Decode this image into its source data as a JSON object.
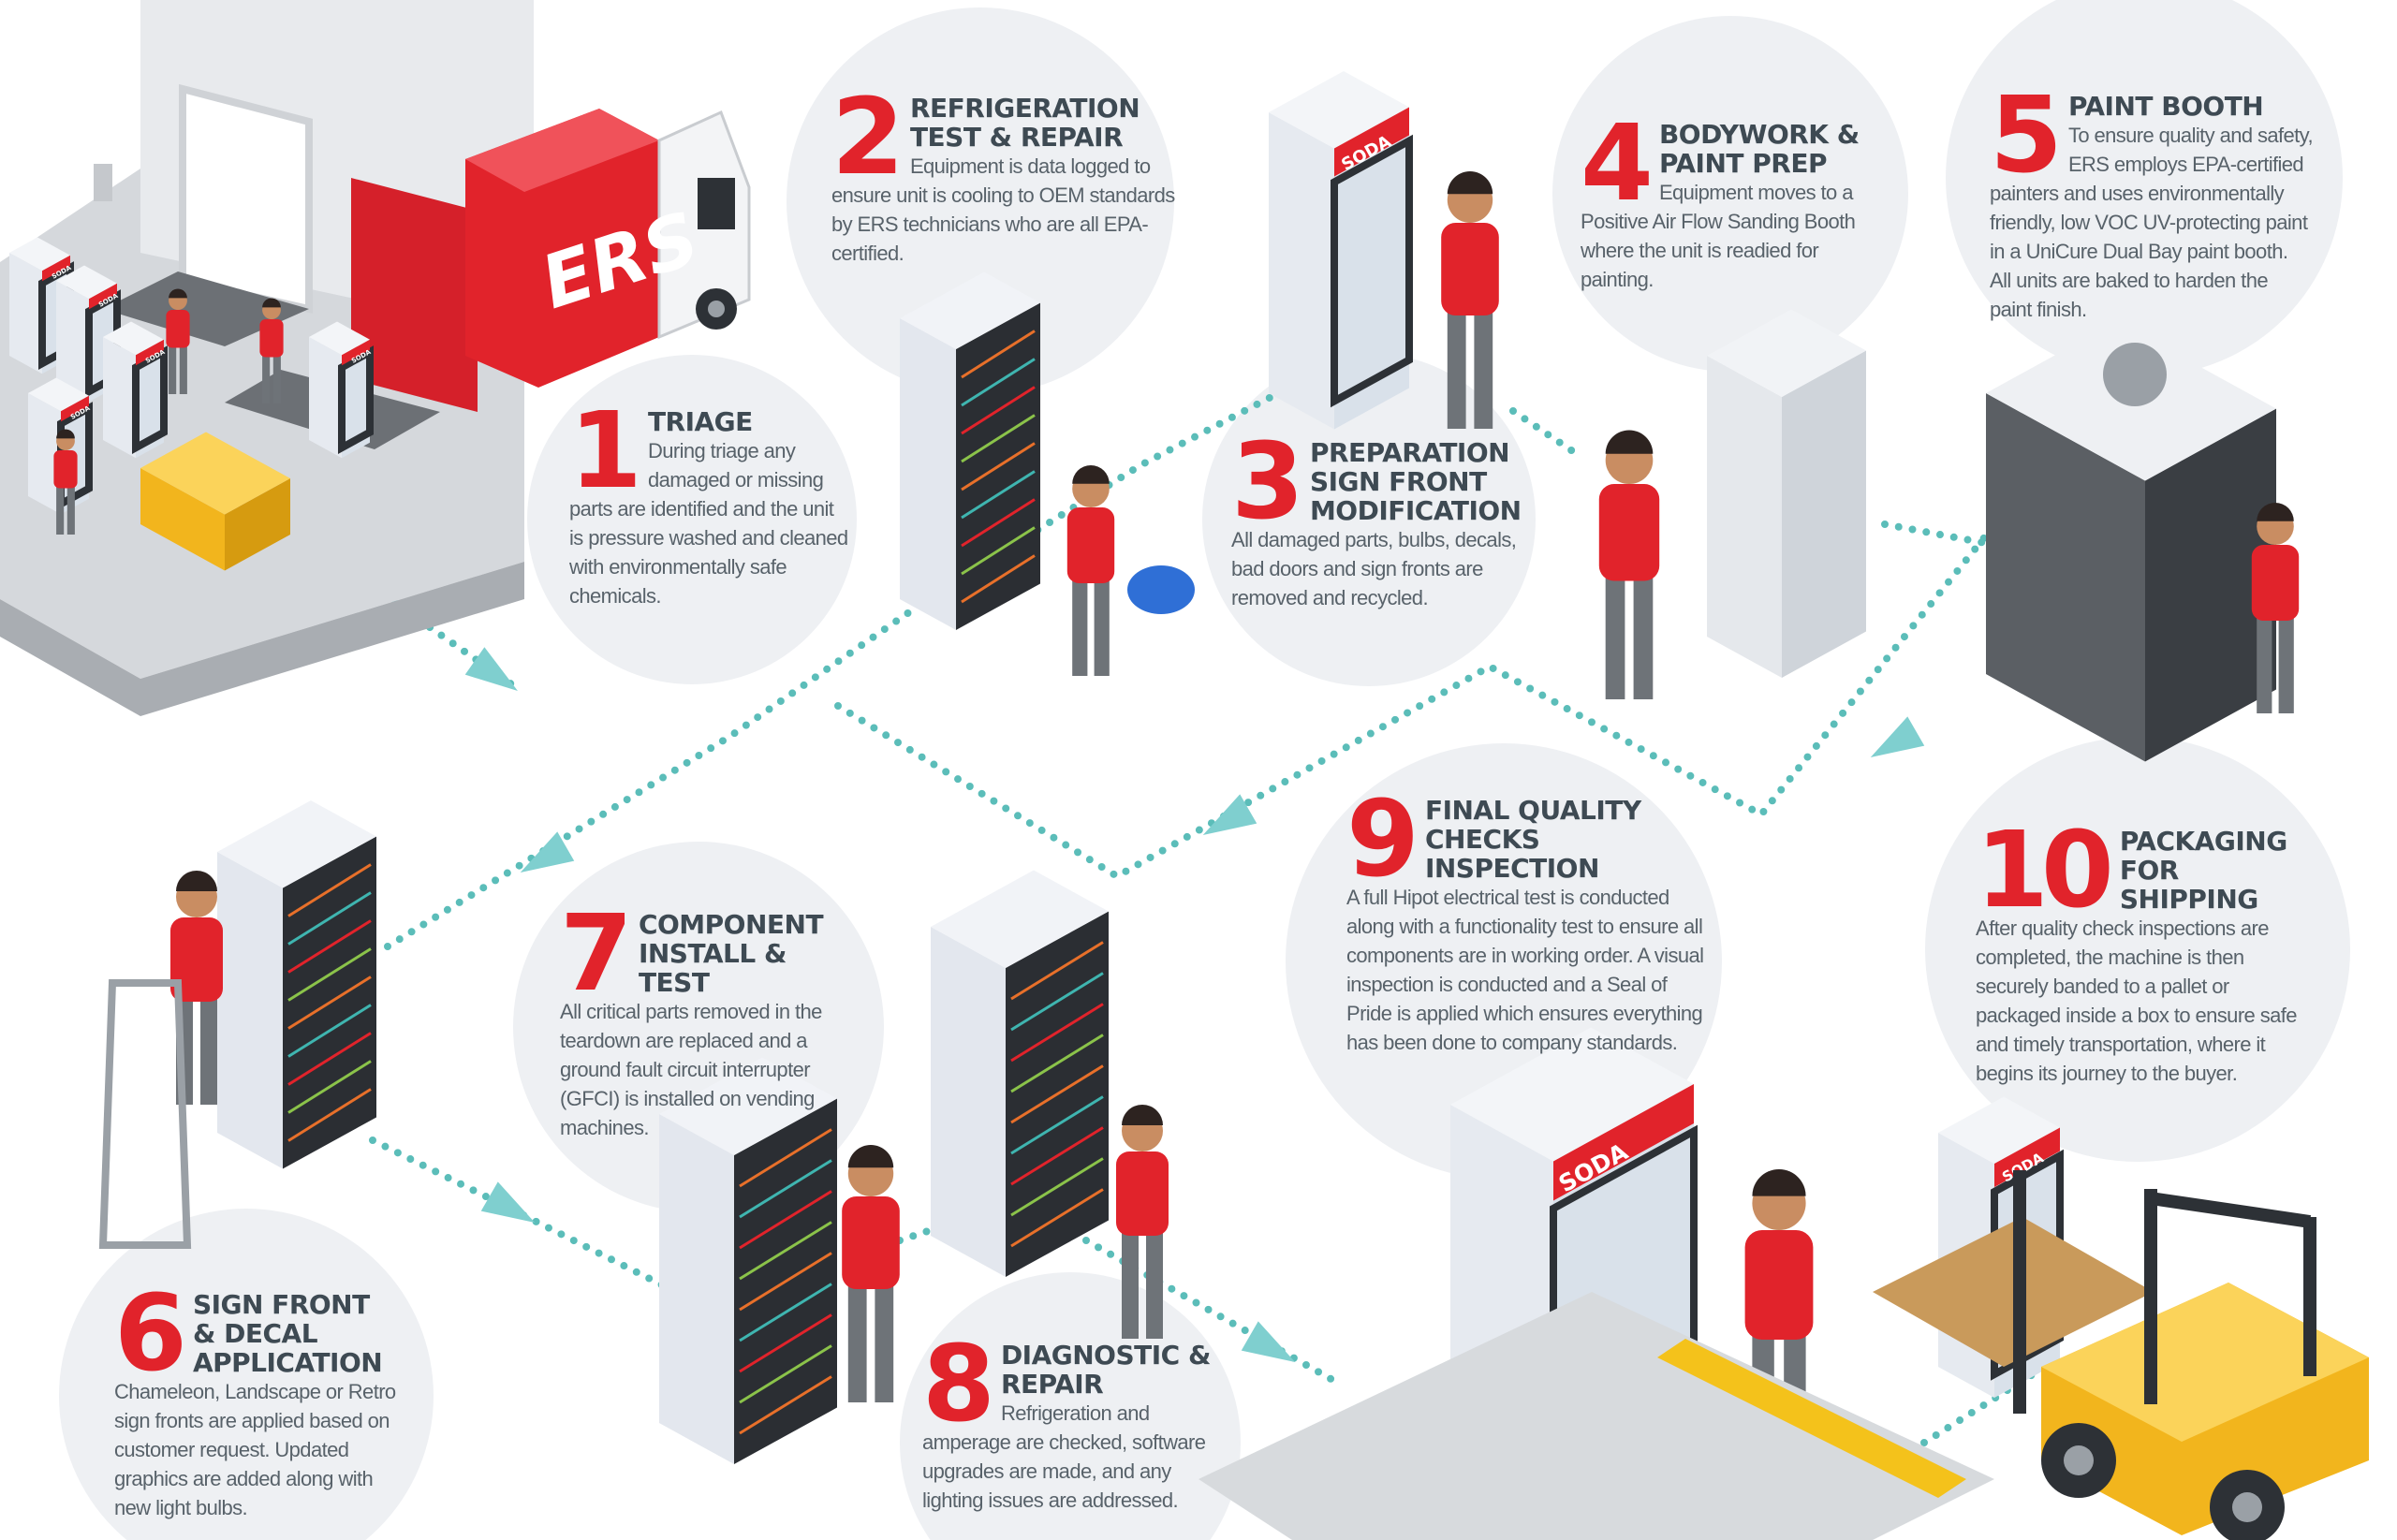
{
  "colors": {
    "accent_red": "#e1232b",
    "heading": "#3e4a53",
    "body_text": "#58626a",
    "circle": "#eef0f3",
    "path_teal": "#5bbdb9"
  },
  "logos": {
    "truck": "ERS",
    "fridge_sign": "SODA"
  },
  "steps": [
    {
      "number": "1",
      "title": "TRIAGE",
      "body": "During triage any damaged or missing parts are identified and the unit is pressure washed and cleaned with environmentally safe chemicals."
    },
    {
      "number": "2",
      "title": "REFRIGERATION TEST & REPAIR",
      "body": "Equipment is data logged to ensure unit is cooling to OEM standards by ERS technicians who are all EPA-certified."
    },
    {
      "number": "3",
      "title": "PREPARATION SIGN FRONT MODIFICATION",
      "body": "All damaged parts, bulbs, decals, bad doors and sign fronts are removed and recycled."
    },
    {
      "number": "4",
      "title": "BODYWORK & PAINT PREP",
      "body": "Equipment moves to a Positive Air Flow Sanding Booth where the unit is readied for painting."
    },
    {
      "number": "5",
      "title": "PAINT BOOTH",
      "body": "To ensure quality and safety, ERS employs EPA-certified painters and uses environmentally friendly, low VOC UV-protecting paint in a UniCure Dual Bay paint booth. All units are baked to harden the paint finish."
    },
    {
      "number": "6",
      "title": "SIGN FRONT & DECAL APPLICATION",
      "body": "Chameleon, Landscape or Retro sign fronts are applied based on customer request. Updated graphics are added along with new light bulbs."
    },
    {
      "number": "7",
      "title": "COMPONENT INSTALL & TEST",
      "body": "All critical parts removed in the teardown are replaced and a ground fault circuit interrupter (GFCI) is installed on vending machines."
    },
    {
      "number": "8",
      "title": "DIAGNOSTIC & REPAIR",
      "body": "Refrigeration and amperage are checked, software upgrades are made, and any lighting issues are addressed."
    },
    {
      "number": "9",
      "title": "FINAL QUALITY CHECKS INSPECTION",
      "body": "A full Hipot electrical test is conducted along with a functionality test to ensure all components are in working order. A visual inspection is conducted and a Seal of Pride is applied which ensures everything has been done to company standards."
    },
    {
      "number": "10",
      "title": "PACKAGING FOR SHIPPING",
      "body": "After quality check inspections are completed, the machine is then securely banded to a pallet or packaged inside a box to ensure safe and timely transportation, where it begins its journey to the buyer."
    }
  ]
}
